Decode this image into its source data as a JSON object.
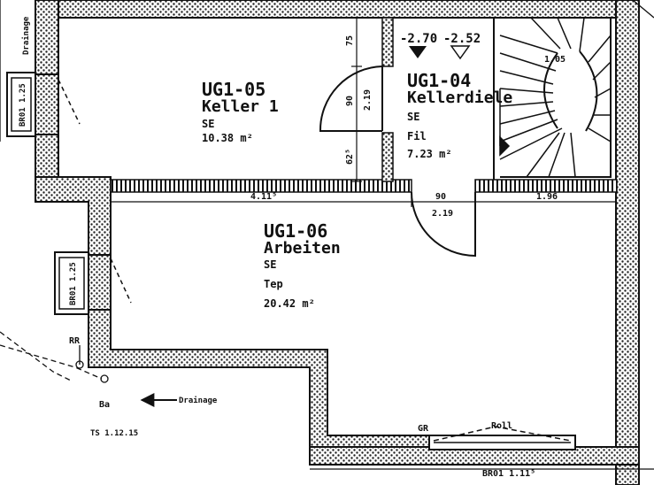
{
  "rooms": {
    "keller": {
      "id": "UG1-05",
      "name": "Keller 1",
      "code": "SE",
      "area": "10.38 m²"
    },
    "diele": {
      "id": "UG1-04",
      "name": "Kellerdiele",
      "code": "SE",
      "floor": "Fil",
      "area": "7.23 m²"
    },
    "arbeiten": {
      "id": "UG1-06",
      "name": "Arbeiten",
      "code": "SE",
      "floor": "Tep",
      "area": "20.42 m²"
    }
  },
  "levels": {
    "left": "-2.70",
    "right": "-2.52"
  },
  "stair": {
    "label": "1.05"
  },
  "dimensions": {
    "upper_wall_left": "4.11⁵",
    "door_width": "90",
    "door_height": "2.19",
    "upper_wall_right": "1.96",
    "v_top": "75",
    "v_door_w": "90",
    "v_door_h": "2.19",
    "v_bottom": "62⁵",
    "bottom_wall": "BR01 1.11⁵"
  },
  "windows": {
    "w1": "BR01 1.25",
    "w2": "BR01 1.25"
  },
  "annotations": {
    "rr": "RR",
    "ba": "Ba",
    "drainage": "Drainage",
    "drainage_top": "Drainage",
    "gr": "GR",
    "roll": "Roll",
    "ts": "TS 1.12.15"
  }
}
